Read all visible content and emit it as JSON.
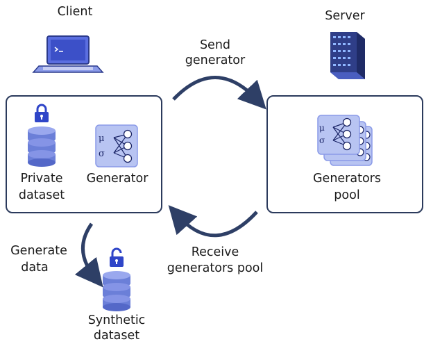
{
  "client": {
    "title": "Client",
    "private_dataset": [
      "Private",
      "dataset"
    ],
    "generator": "Generator"
  },
  "server": {
    "title": "Server",
    "pool": [
      "Generators",
      "pool"
    ]
  },
  "flows": {
    "send": [
      "Send",
      "generator"
    ],
    "receive": [
      "Receive",
      "generators pool"
    ],
    "generate": [
      "Generate",
      "data"
    ]
  },
  "synthetic": [
    "Synthetic",
    "dataset"
  ],
  "generator_symbols": {
    "mu": "μ",
    "sigma": "σ"
  },
  "icons": [
    "laptop-icon",
    "server-rack-icon",
    "lock-closed-icon",
    "lock-open-icon",
    "database-icon",
    "neural-net-icon"
  ],
  "colors": {
    "box_border": "#2b3a5c",
    "arrow": "#2e3f66",
    "db_fill": "#6b7fd8",
    "db_light": "#9aa8ee",
    "net_fill": "#b8c4f2",
    "lock": "#2f45c8"
  }
}
